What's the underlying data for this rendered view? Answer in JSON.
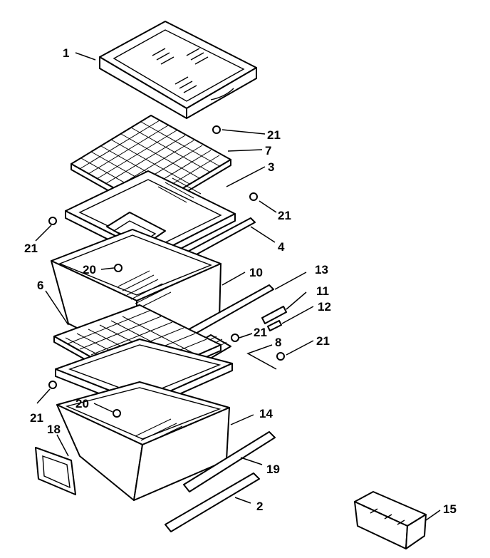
{
  "diagram": {
    "parts": [
      {
        "id": "1",
        "label": "1"
      },
      {
        "id": "2",
        "label": "2"
      },
      {
        "id": "3",
        "label": "3"
      },
      {
        "id": "4",
        "label": "4"
      },
      {
        "id": "6",
        "label": "6"
      },
      {
        "id": "7",
        "label": "7"
      },
      {
        "id": "8",
        "label": "8"
      },
      {
        "id": "10",
        "label": "10"
      },
      {
        "id": "11",
        "label": "11"
      },
      {
        "id": "12",
        "label": "12"
      },
      {
        "id": "13",
        "label": "13"
      },
      {
        "id": "14",
        "label": "14"
      },
      {
        "id": "15",
        "label": "15"
      },
      {
        "id": "18",
        "label": "18"
      },
      {
        "id": "19",
        "label": "19"
      },
      {
        "id": "20",
        "label": "20"
      },
      {
        "id": "21",
        "label": "21"
      }
    ]
  }
}
